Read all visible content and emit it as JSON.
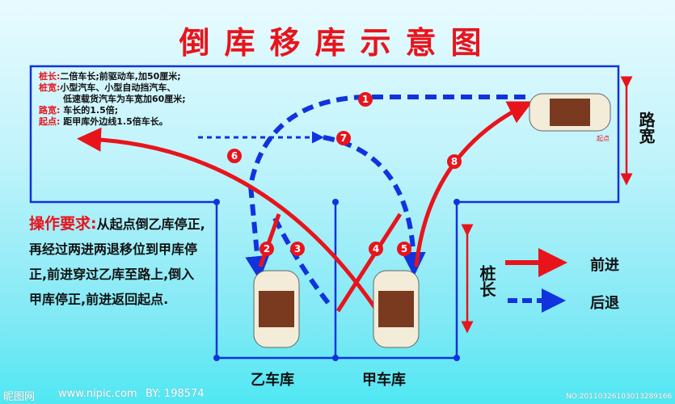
{
  "title": "倒库移库示意图",
  "spec": {
    "items": [
      {
        "key": "桩长:",
        "text": "二倍车长;前驱动车,加50厘米;"
      },
      {
        "key": "桩宽:",
        "text": "小型汽车、小型自动挡汽车、"
      },
      {
        "key": "",
        "text": "低速载货汽车为车宽加60厘米;"
      },
      {
        "key": "路宽:",
        "text": " 车长的1.5倍;"
      },
      {
        "key": "起点:",
        "text": " 距甲库外边线1.5倍车长。"
      }
    ]
  },
  "requirement": {
    "key": "操作要求:",
    "lines": [
      "从起点倒乙库停正,",
      "再经过两进两退移位到甲库停",
      "正,前进穿过乙库至路上,倒入",
      "甲库停正,前进返回起点."
    ]
  },
  "steps": [
    "1",
    "2",
    "3",
    "4",
    "5",
    "6",
    "7",
    "8"
  ],
  "start_label": "起点",
  "road_width_label": "路宽",
  "pile_length_label": "桩长",
  "garages": {
    "yi": "乙车库",
    "jia": "甲车库"
  },
  "legend": {
    "forward": "前进",
    "backward": "后退",
    "forward_color": "#e8141c",
    "backward_color": "#1133dd"
  },
  "watermark": {
    "logo": "昵图网",
    "site": "www.nipic.com",
    "by": "BY: 198574",
    "no": "NO:20110326103013289166"
  }
}
